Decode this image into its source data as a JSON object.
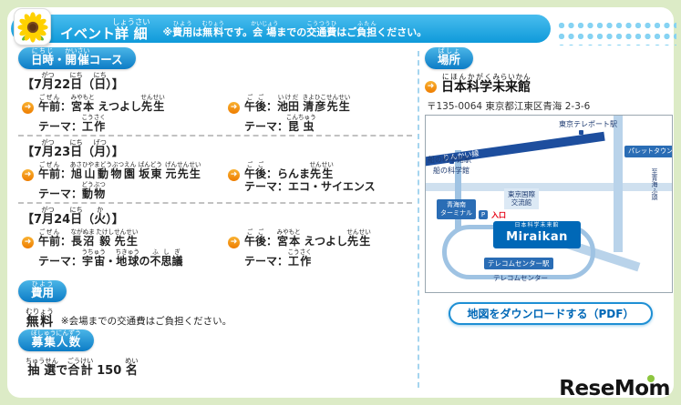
{
  "header": {
    "title": [
      {
        "t": "イベント",
        "r": ""
      },
      {
        "t": "詳細",
        "r": "しょうさい"
      }
    ],
    "note": [
      {
        "t": "※",
        "r": ""
      },
      {
        "t": "費用",
        "r": "ひよう"
      },
      {
        "t": "は",
        "r": ""
      },
      {
        "t": "無料",
        "r": "むりょう"
      },
      {
        "t": "です。",
        "r": ""
      },
      {
        "t": "会場",
        "r": "かいじょう"
      },
      {
        "t": "までの",
        "r": ""
      },
      {
        "t": "交通費",
        "r": "こうつうひ"
      },
      {
        "t": "はご",
        "r": ""
      },
      {
        "t": "負担",
        "r": "ふたん"
      },
      {
        "t": "ください。",
        "r": ""
      }
    ]
  },
  "schedule": {
    "badge": [
      {
        "t": "日時",
        "r": "にちじ"
      },
      {
        "t": "・",
        "r": ""
      },
      {
        "t": "開催",
        "r": "かいさい"
      },
      {
        "t": "コース",
        "r": ""
      }
    ],
    "days": [
      {
        "date": [
          {
            "t": "【7",
            "r": ""
          },
          {
            "t": "月",
            "r": "がつ"
          },
          {
            "t": "22",
            "r": ""
          },
          {
            "t": "日",
            "r": "にち"
          },
          {
            "t": "（",
            "r": ""
          },
          {
            "t": "日",
            "r": "にち"
          },
          {
            "t": "）】",
            "r": ""
          }
        ],
        "sessions": [
          {
            "teacher": [
              {
                "t": "午前",
                "r": "ごぜん"
              },
              {
                "t": "：",
                "r": ""
              },
              {
                "t": "宮本",
                "r": "みやもと"
              },
              {
                "t": " えつよし",
                "r": ""
              },
              {
                "t": "先生",
                "r": "せんせい"
              }
            ],
            "theme": [
              {
                "t": "テーマ：",
                "r": ""
              },
              {
                "t": "工作",
                "r": "こうさく"
              }
            ]
          },
          {
            "teacher": [
              {
                "t": "午後",
                "r": "ごご"
              },
              {
                "t": "：",
                "r": ""
              },
              {
                "t": "池田",
                "r": "いけだ"
              },
              {
                "t": " ",
                "r": ""
              },
              {
                "t": "清彦",
                "r": "きよひこ"
              },
              {
                "t": "先生",
                "r": "せんせい"
              }
            ],
            "theme": [
              {
                "t": "テーマ：",
                "r": ""
              },
              {
                "t": "昆虫",
                "r": "こんちゅう"
              }
            ]
          }
        ]
      },
      {
        "date": [
          {
            "t": "【7",
            "r": ""
          },
          {
            "t": "月",
            "r": "がつ"
          },
          {
            "t": "23",
            "r": ""
          },
          {
            "t": "日",
            "r": "にち"
          },
          {
            "t": "（",
            "r": ""
          },
          {
            "t": "月",
            "r": "げつ"
          },
          {
            "t": "）】",
            "r": ""
          }
        ],
        "sessions": [
          {
            "teacher": [
              {
                "t": "午前",
                "r": "ごぜん"
              },
              {
                "t": "：",
                "r": ""
              },
              {
                "t": "旭山動物園",
                "r": "あさひやまどうぶつえん"
              },
              {
                "t": " ",
                "r": ""
              },
              {
                "t": "坂東",
                "r": "ばんどう"
              },
              {
                "t": " ",
                "r": ""
              },
              {
                "t": "元",
                "r": "げん"
              },
              {
                "t": "先生",
                "r": "せんせい"
              }
            ],
            "theme": [
              {
                "t": "テーマ：",
                "r": ""
              },
              {
                "t": "動物",
                "r": "どうぶつ"
              }
            ]
          },
          {
            "teacher": [
              {
                "t": "午後",
                "r": "ごご"
              },
              {
                "t": "：らんま",
                "r": ""
              },
              {
                "t": "先生",
                "r": "せんせい"
              }
            ],
            "theme": [
              {
                "t": "テーマ：エコ・サイエンス",
                "r": ""
              }
            ]
          }
        ]
      },
      {
        "date": [
          {
            "t": "【7",
            "r": ""
          },
          {
            "t": "月",
            "r": "がつ"
          },
          {
            "t": "24",
            "r": ""
          },
          {
            "t": "日",
            "r": "にち"
          },
          {
            "t": "（",
            "r": ""
          },
          {
            "t": "火",
            "r": "か"
          },
          {
            "t": "）】",
            "r": ""
          }
        ],
        "sessions": [
          {
            "teacher": [
              {
                "t": "午前",
                "r": "ごぜん"
              },
              {
                "t": "：",
                "r": ""
              },
              {
                "t": "長沼",
                "r": "ながぬま"
              },
              {
                "t": " ",
                "r": ""
              },
              {
                "t": "毅",
                "r": "たけし"
              },
              {
                "t": "先生",
                "r": "せんせい"
              }
            ],
            "theme": [
              {
                "t": "テーマ：",
                "r": ""
              },
              {
                "t": "宇宙",
                "r": "うちゅう"
              },
              {
                "t": "・",
                "r": ""
              },
              {
                "t": "地球",
                "r": "ちきゅう"
              },
              {
                "t": "の",
                "r": ""
              },
              {
                "t": "不思議",
                "r": "ふしぎ"
              }
            ]
          },
          {
            "teacher": [
              {
                "t": "午後",
                "r": "ごご"
              },
              {
                "t": "：",
                "r": ""
              },
              {
                "t": "宮本",
                "r": "みやもと"
              },
              {
                "t": " えつよし",
                "r": ""
              },
              {
                "t": "先生",
                "r": "せんせい"
              }
            ],
            "theme": [
              {
                "t": "テーマ：",
                "r": ""
              },
              {
                "t": "工作",
                "r": "こうさく"
              }
            ]
          }
        ]
      }
    ]
  },
  "fee": {
    "badge": [
      {
        "t": "費用",
        "r": "ひよう"
      }
    ],
    "value": [
      {
        "t": "無料",
        "r": "むりょう"
      }
    ],
    "note": "※会場までの交通費はご負担ください。"
  },
  "capacity": {
    "badge": [
      {
        "t": "募集",
        "r": "ぼしゅう"
      },
      {
        "t": "人数",
        "r": "にんずう"
      }
    ],
    "value": [
      {
        "t": "抽選",
        "r": "ちゅうせん"
      },
      {
        "t": "で",
        "r": ""
      },
      {
        "t": "合計",
        "r": "ごうけい"
      },
      {
        "t": " 150 ",
        "r": ""
      },
      {
        "t": "名",
        "r": "めい"
      }
    ]
  },
  "venue": {
    "badge": [
      {
        "t": "場所",
        "r": "ばしょ"
      }
    ],
    "name": [
      {
        "t": "日本",
        "r": "にほん"
      },
      {
        "t": "科学",
        "r": "かがく"
      },
      {
        "t": "未来館",
        "r": "みらいかん"
      }
    ],
    "address": "〒135-0064 東京都江東区青海 2-3-6",
    "download_button": "地図をダウンロードする（PDF）",
    "map": {
      "rinkai_line": "りんかい線",
      "teleport_station": "東京テレポート駅",
      "palette_town": "パレットタウン",
      "fune_station": "船の科学館駅",
      "fune_museum": "船の科学館",
      "kokusai_line1": "東京国際",
      "kokusai_line2": "交流館",
      "aomi_line1": "青海南",
      "aomi_line2": "ターミナル",
      "parking": "P",
      "entrance": "入口",
      "miraikan_small": "日本科学未来館",
      "miraikan": "Miraikan",
      "telecom_station": "テレコムセンター駅",
      "telecom_center": "テレコムセンター",
      "direction": "至青海ふ頭"
    }
  },
  "logo": {
    "text": "ReseMom"
  },
  "colors": {
    "header_blue": "#129fe0",
    "badge_blue": "#0c7cc6",
    "arrow_orange": "#ee7d00",
    "miraikan_blue": "#0068b7",
    "frame_green": "#dcebc6",
    "resemom_green": "#8dc63f",
    "entrance_red": "#e60012"
  }
}
